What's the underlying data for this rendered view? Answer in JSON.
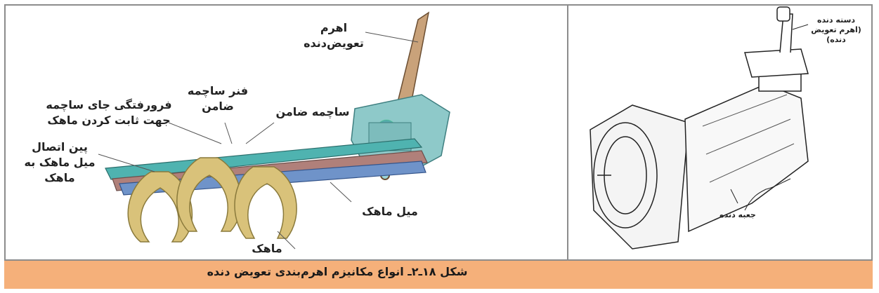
{
  "left_figure": {
    "labels": {
      "shift_lever_1": "اهرم",
      "shift_lever_2": "تعویض‌دنده",
      "detent_spring_1": "فنر ساچمه",
      "detent_spring_2": "ضامن",
      "detent_groove_1": "فرورفتگی جای ساچمه",
      "detent_groove_2": "جهت ثابت کردن ماهک",
      "detent_ball": "ساچمه ضامن",
      "pin_1": "پین اتصال",
      "pin_2": "میل ماهک به",
      "pin_3": "ماهک",
      "fork_rod": "میل ماهک",
      "fork": "ماهک"
    }
  },
  "right_figure": {
    "labels": {
      "gear_stick_1": "دسته دنده",
      "gear_stick_2": "(اهرم تعویض",
      "gear_stick_3": "دنده)",
      "gearbox": "جعبه دنده"
    }
  },
  "caption": "شکل ۱۸ـ۲ـ انواع مکانیزم اهرم‌بندی تعویض دنده",
  "colors": {
    "caption_bg": "#f5b07a",
    "border": "#8c8c8c",
    "fork_yellow": "#d9c27a",
    "rod_teal": "#4fb3b0",
    "rod_blue": "#6f93c9",
    "lever_tan": "#c9a27a"
  }
}
